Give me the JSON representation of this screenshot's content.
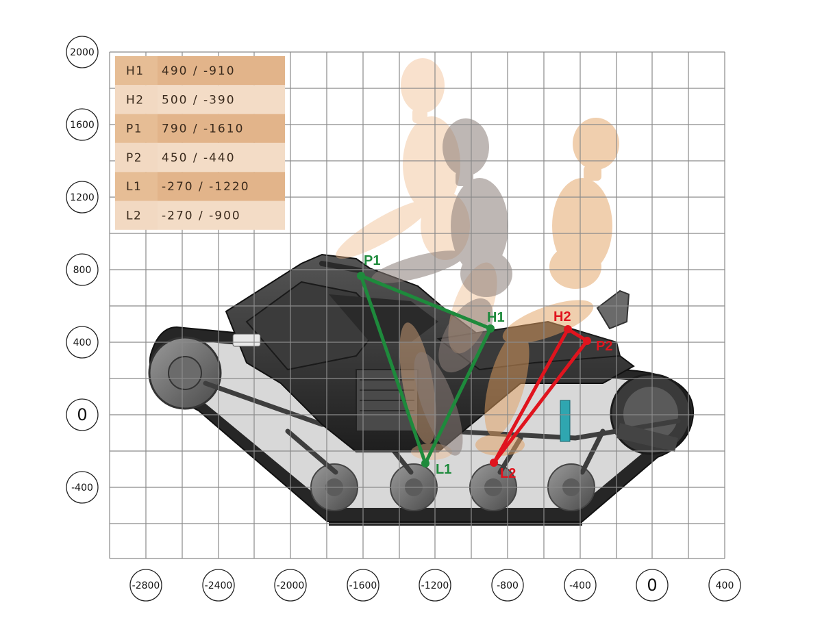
{
  "x_ticks": [
    "-2800",
    "-2400",
    "-2000",
    "-1600",
    "-1200",
    "-800",
    "-400",
    "0",
    "400"
  ],
  "y_ticks": [
    "2000",
    "1600",
    "1200",
    "800",
    "400",
    "0",
    "-400"
  ],
  "table": [
    {
      "name": "H1",
      "value": "490 / -910"
    },
    {
      "name": "H2",
      "value": "500 / -390"
    },
    {
      "name": "P1",
      "value": "790 / -1610"
    },
    {
      "name": "P2",
      "value": "450 / -440"
    },
    {
      "name": "L1",
      "value": "-270 / -1220"
    },
    {
      "name": "L2",
      "value": "-270 / -900"
    }
  ],
  "points": {
    "P1": {
      "label": "P1"
    },
    "H1": {
      "label": "H1"
    },
    "L1": {
      "label": "L1"
    },
    "H2": {
      "label": "H2"
    },
    "P2": {
      "label": "P2"
    },
    "L2": {
      "label": "L2"
    }
  },
  "colors": {
    "green": "#1e8a3c",
    "red": "#e0141e",
    "grid": "#8a8a8a",
    "table_dark": "#e2b48a",
    "table_light": "#f3dcc6"
  }
}
